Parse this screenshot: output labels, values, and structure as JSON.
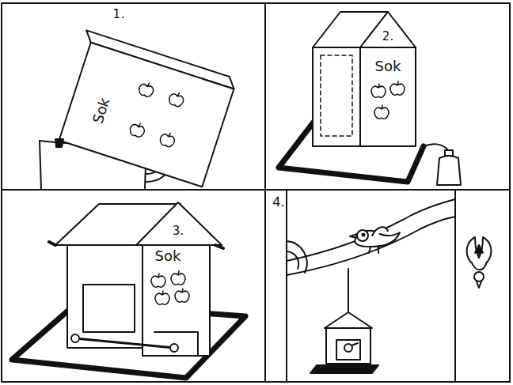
{
  "diagram": {
    "labels": [
      "1.",
      "Sok",
      "2.",
      "Sok",
      "3.",
      "Sok",
      "4."
    ]
  }
}
